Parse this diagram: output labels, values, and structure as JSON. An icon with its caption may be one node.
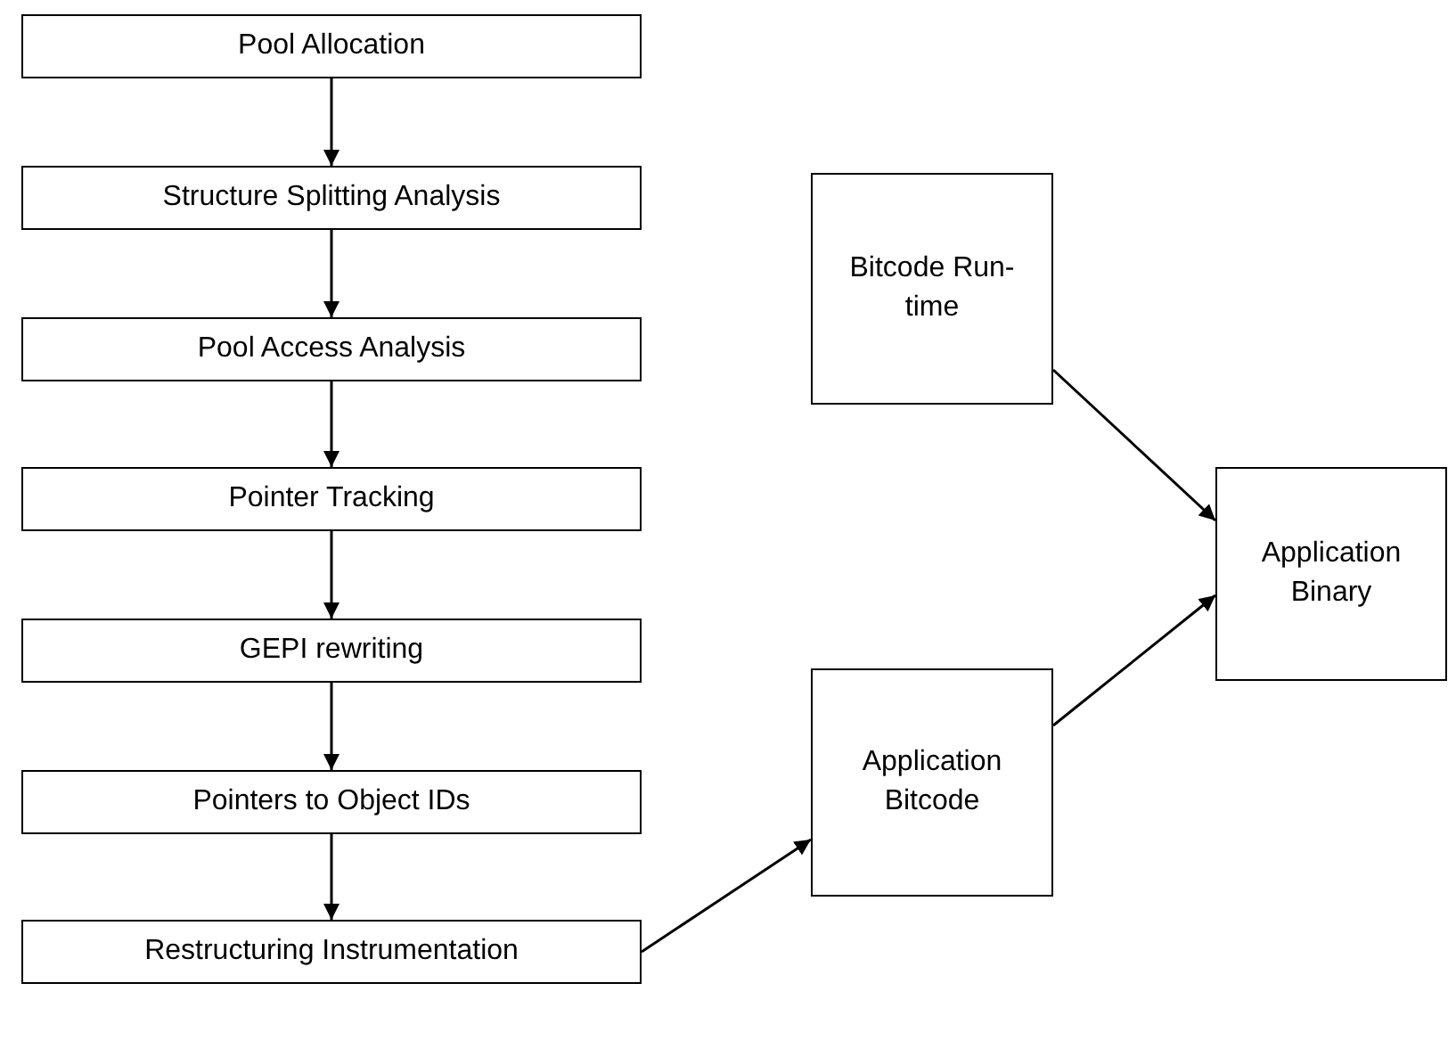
{
  "diagram": {
    "nodes": [
      {
        "text": [
          "Pool Allocation"
        ]
      },
      {
        "text": [
          "Structure Splitting Analysis"
        ]
      },
      {
        "text": [
          "Pool Access Analysis"
        ]
      },
      {
        "text": [
          "Pointer Tracking"
        ]
      },
      {
        "text": [
          "GEPI rewriting"
        ]
      },
      {
        "text": [
          "Pointers to Object IDs"
        ]
      },
      {
        "text": [
          "Restructuring Instrumentation"
        ]
      },
      {
        "text": [
          "Bitcode Run-time"
        ]
      },
      {
        "text": [
          "Application Bitcode"
        ]
      },
      {
        "text": [
          "Application Binary"
        ]
      }
    ],
    "edges": [
      {
        "from": 0,
        "to": 1,
        "arrow": "to"
      },
      {
        "from": 1,
        "to": 2,
        "arrow": "to"
      },
      {
        "from": 2,
        "to": 3,
        "arrow": "to"
      },
      {
        "from": 3,
        "to": 4,
        "arrow": "to"
      },
      {
        "from": 4,
        "to": 5,
        "arrow": "to"
      },
      {
        "from": 5,
        "to": 6,
        "arrow": "to"
      },
      {
        "from": 6,
        "to": 8,
        "arrow": "to"
      },
      {
        "from": 7,
        "to": 9,
        "arrow": "to"
      },
      {
        "from": 8,
        "to": 9,
        "arrow": "to"
      }
    ]
  }
}
